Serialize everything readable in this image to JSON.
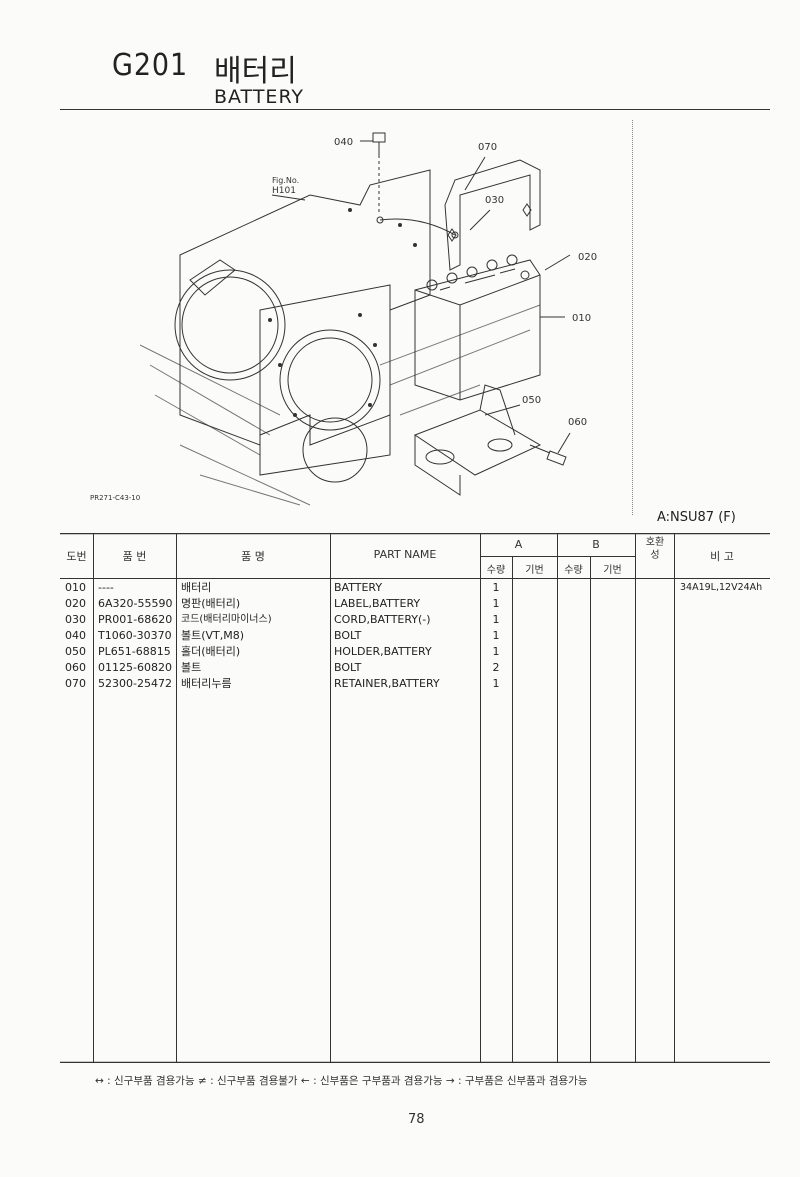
{
  "header": {
    "code": "G201",
    "title_ko": "배터리",
    "title_en": "BATTERY"
  },
  "diagram": {
    "fig_no_label": "Fig.No.",
    "fig_no": "H101",
    "drawing_id": "PR271-C43-10",
    "callouts": [
      "040",
      "070",
      "030",
      "020",
      "010",
      "050",
      "060"
    ]
  },
  "model": "A:NSU87 (F)",
  "table": {
    "headers": {
      "no": "도번",
      "part_no": "품  번",
      "name_ko": "품        명",
      "part_name": "PART NAME",
      "group_a": "A",
      "group_b": "B",
      "qty": "수량",
      "base": "기번",
      "compat": "호환성",
      "remarks": "비   고"
    },
    "rows": [
      {
        "no": "010",
        "part_no": "----",
        "name_ko": "배터리",
        "part_name": "BATTERY",
        "qty_a": "1",
        "remarks": "34A19L,12V24Ah"
      },
      {
        "no": "020",
        "part_no": "6A320-55590",
        "name_ko": "명판(배터리)",
        "part_name": "LABEL,BATTERY",
        "qty_a": "1",
        "remarks": ""
      },
      {
        "no": "030",
        "part_no": "PR001-68620",
        "name_ko": "코드(배터리마이너스)",
        "part_name": "CORD,BATTERY(-)",
        "qty_a": "1",
        "remarks": ""
      },
      {
        "no": "040",
        "part_no": "T1060-30370",
        "name_ko": "볼트(VT,M8)",
        "part_name": "BOLT",
        "qty_a": "1",
        "remarks": ""
      },
      {
        "no": "050",
        "part_no": "PL651-68815",
        "name_ko": "홀더(배터리)",
        "part_name": "HOLDER,BATTERY",
        "qty_a": "1",
        "remarks": ""
      },
      {
        "no": "060",
        "part_no": "01125-60820",
        "name_ko": "볼트",
        "part_name": "BOLT",
        "qty_a": "2",
        "remarks": ""
      },
      {
        "no": "070",
        "part_no": "52300-25472",
        "name_ko": "배터리누름",
        "part_name": "RETAINER,BATTERY",
        "qty_a": "1",
        "remarks": ""
      }
    ]
  },
  "legend": "↔ : 신구부품 겸용가능    ≠ : 신구부품 겸용불가    ← : 신부품은 구부품과 겸용가능    → : 구부품은 신부품과 겸용가능",
  "page_number": "78"
}
